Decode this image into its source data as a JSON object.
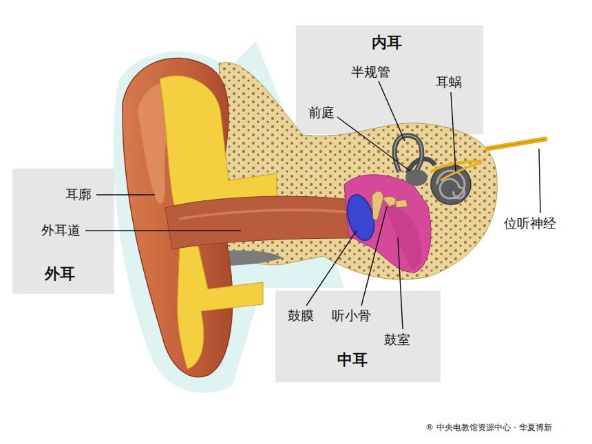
{
  "diagram": {
    "nodes": [
      {
        "text": [
          "内耳",
          "半规管",
          "耳蜗",
          "前庭"
        ]
      },
      {
        "text": [
          "耳廓",
          "外耳道",
          "外耳"
        ]
      },
      {
        "text": [
          "鼓膜",
          "听小骨",
          "鼓室",
          "中耳"
        ]
      }
    ],
    "labels": [
      "位听神经",
      "® 中央电教馆资源中心・华夏博新"
    ]
  }
}
